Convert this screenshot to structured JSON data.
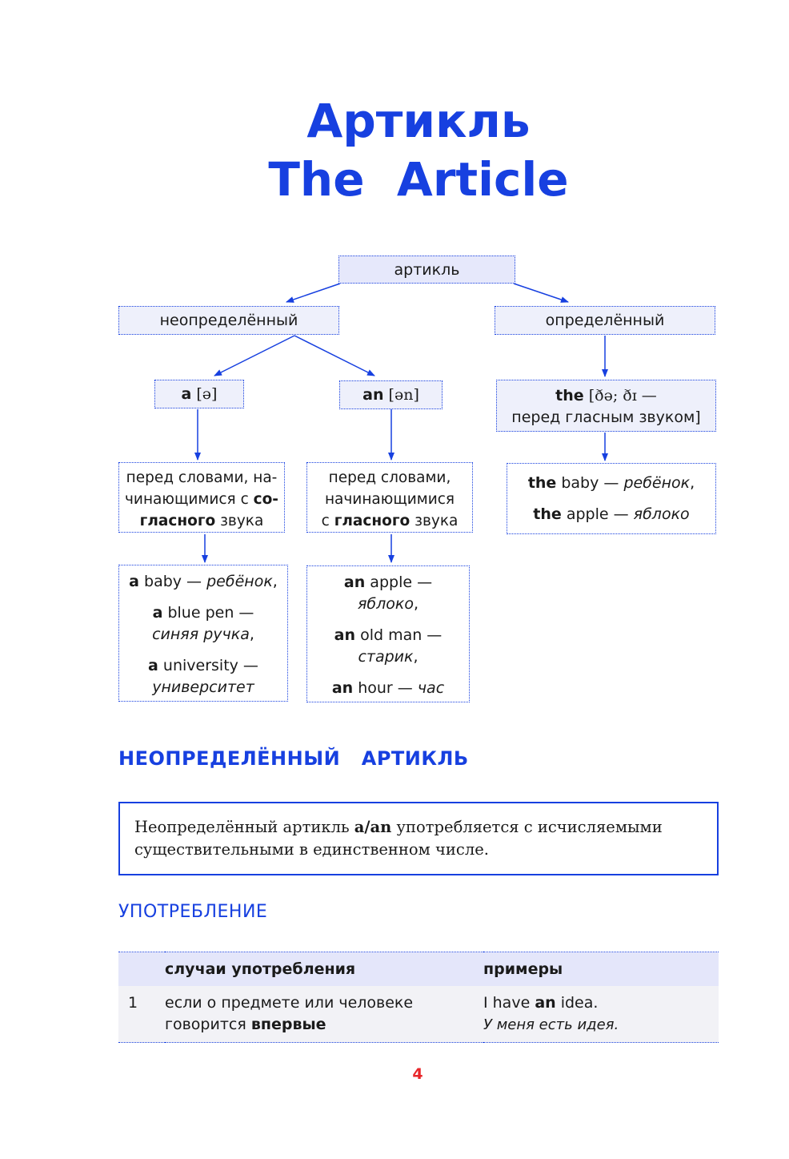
{
  "title": {
    "ru": "Артикль",
    "en": "The  Article"
  },
  "tree": {
    "root": "артикль",
    "indefinite": "неопределённый",
    "definite": "определённый",
    "a": {
      "word": "a",
      "ipa": "[ə]"
    },
    "an": {
      "word": "an",
      "ipa": "[ən]"
    },
    "the": {
      "word": "the",
      "ipa_line1": "[ðə; ðɪ —",
      "ipa_line2": "перед гласным звуком]"
    },
    "a_rule": {
      "line1": "перед словами, на-",
      "line2_pre": "чинающимися с ",
      "line2_bold": "со-",
      "line3_bold": "гласного",
      "line3_post": " звука"
    },
    "an_rule": {
      "line1": "перед словами,",
      "line2": "начинающимися",
      "line3_pre": "с ",
      "line3_bold": "гласного",
      "line3_post": " звука"
    },
    "a_examples": [
      {
        "art": "a",
        "word": " baby — ",
        "trans": "ребёнок",
        "tail": ","
      },
      {
        "art": "a",
        "word": " blue pen —",
        "trans": "синяя ручка",
        "tail": ","
      },
      {
        "art": "a",
        "word": " university —",
        "trans": "университет",
        "tail": ""
      }
    ],
    "an_examples": [
      {
        "art": "an",
        "word": " apple —",
        "trans": "яблоко",
        "tail": ","
      },
      {
        "art": "an",
        "word": " old man —",
        "trans": "старик",
        "tail": ","
      },
      {
        "art": "an",
        "word": " hour — ",
        "trans": "час",
        "tail": ""
      }
    ],
    "the_examples": [
      {
        "art": "the",
        "word": " baby — ",
        "trans": "ребёнок",
        "tail": ","
      },
      {
        "art": "the",
        "word": " apple — ",
        "trans": "яблоко",
        "tail": ""
      }
    ]
  },
  "section_heading": "НЕОПРЕДЕЛЁННЫЙ   АРТИКЛЬ",
  "rule": {
    "pre": "Неопределённый артикль ",
    "bold": "a/an",
    "post": " употребляется с исчисляемыми существительными в единственном числе."
  },
  "usage_heading": "УПОТРЕБЛЕНИЕ",
  "table": {
    "headers": [
      "",
      "случаи употребления",
      "примеры"
    ],
    "rows": [
      {
        "num": "1",
        "case_pre": "если о предмете или человеке говорится ",
        "case_bold": "впервые",
        "example_pre": "I have ",
        "example_bold": "an",
        "example_post": " idea.",
        "translation": "У меня есть идея."
      }
    ]
  },
  "page_number": "4",
  "colors": {
    "accent": "#1740e0",
    "box_fill": "#e6e8fb",
    "page_number": "#e8262a"
  }
}
